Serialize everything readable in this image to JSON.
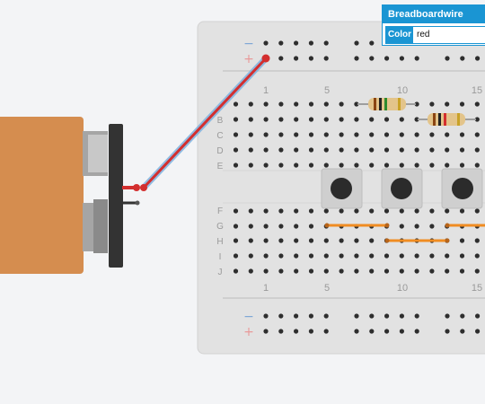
{
  "inspector": {
    "title": "Breadboardwire",
    "color_label": "Color",
    "color_value": "red"
  },
  "breadboard": {
    "column_numbers": [
      "1",
      "5",
      "10",
      "15"
    ],
    "row_letters_top": [
      "B",
      "C",
      "D",
      "E"
    ],
    "row_letters_bottom": [
      "F",
      "G",
      "H",
      "I",
      "J"
    ],
    "rail_minus": "−",
    "rail_plus": "+"
  },
  "colors": {
    "wire": "#d32f2f",
    "battery": "#d58d4f",
    "board": "#e2e2e2",
    "jumper": "#f08c22",
    "accent": "#1a95d3"
  }
}
